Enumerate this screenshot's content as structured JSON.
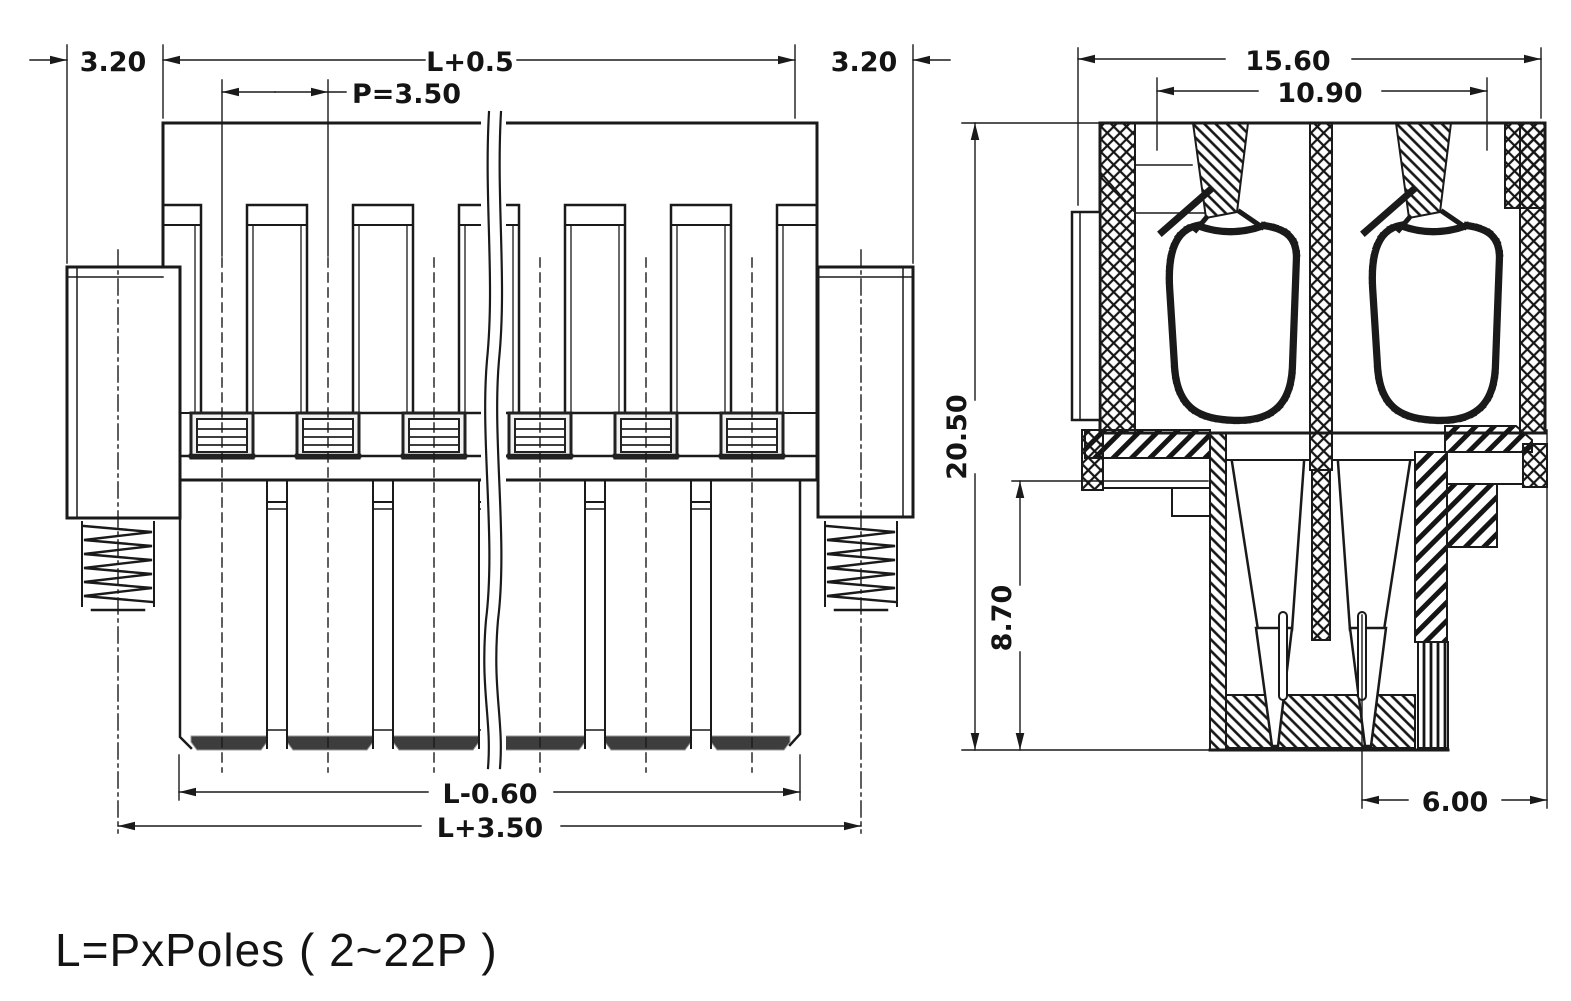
{
  "front_view": {
    "dims": {
      "flange_left": "3.20",
      "overall_top": "L+0.5",
      "pitch": "P=3.50",
      "flange_right": "3.20",
      "body_bottom": "L-0.60",
      "overall_bottom": "L+3.50"
    }
  },
  "side_view": {
    "dims": {
      "overall_width": "15.60",
      "opening_width": "10.90",
      "overall_height": "20.50",
      "lower_height": "8.70",
      "lower_width": "6.00"
    }
  },
  "note": {
    "formula": "L=PxPoles ( 2~22P )"
  },
  "colors": {
    "ink": "#1a1a1a",
    "background": "#ffffff"
  }
}
